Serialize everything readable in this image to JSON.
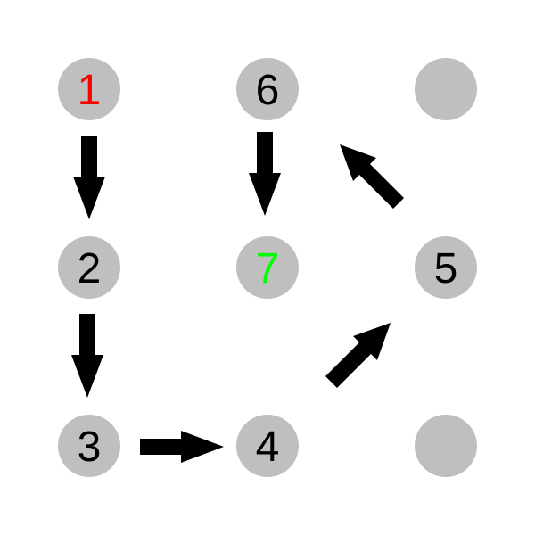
{
  "colors": {
    "background": "#ffffff",
    "node_fill": "#bfbfbf",
    "arrow": "#000000",
    "label_default": "#000000",
    "label_start": "#ff0000",
    "label_end": "#00ff00"
  },
  "nodes": [
    {
      "id": "n1",
      "label": "1",
      "color": "#ff0000"
    },
    {
      "id": "n2",
      "label": "2",
      "color": "#000000"
    },
    {
      "id": "n3",
      "label": "3",
      "color": "#000000"
    },
    {
      "id": "n4",
      "label": "4",
      "color": "#000000"
    },
    {
      "id": "n5",
      "label": "5",
      "color": "#000000"
    },
    {
      "id": "n6",
      "label": "6",
      "color": "#000000"
    },
    {
      "id": "n7",
      "label": "7",
      "color": "#00ff00"
    },
    {
      "id": "nA",
      "label": "",
      "color": "#000000"
    },
    {
      "id": "nB",
      "label": "",
      "color": "#000000"
    }
  ],
  "edges": [
    {
      "from": "n1",
      "to": "n2"
    },
    {
      "from": "n2",
      "to": "n3"
    },
    {
      "from": "n3",
      "to": "n4"
    },
    {
      "from": "n4",
      "to": "n5"
    },
    {
      "from": "n5",
      "to": "n6"
    },
    {
      "from": "n6",
      "to": "n7"
    }
  ]
}
